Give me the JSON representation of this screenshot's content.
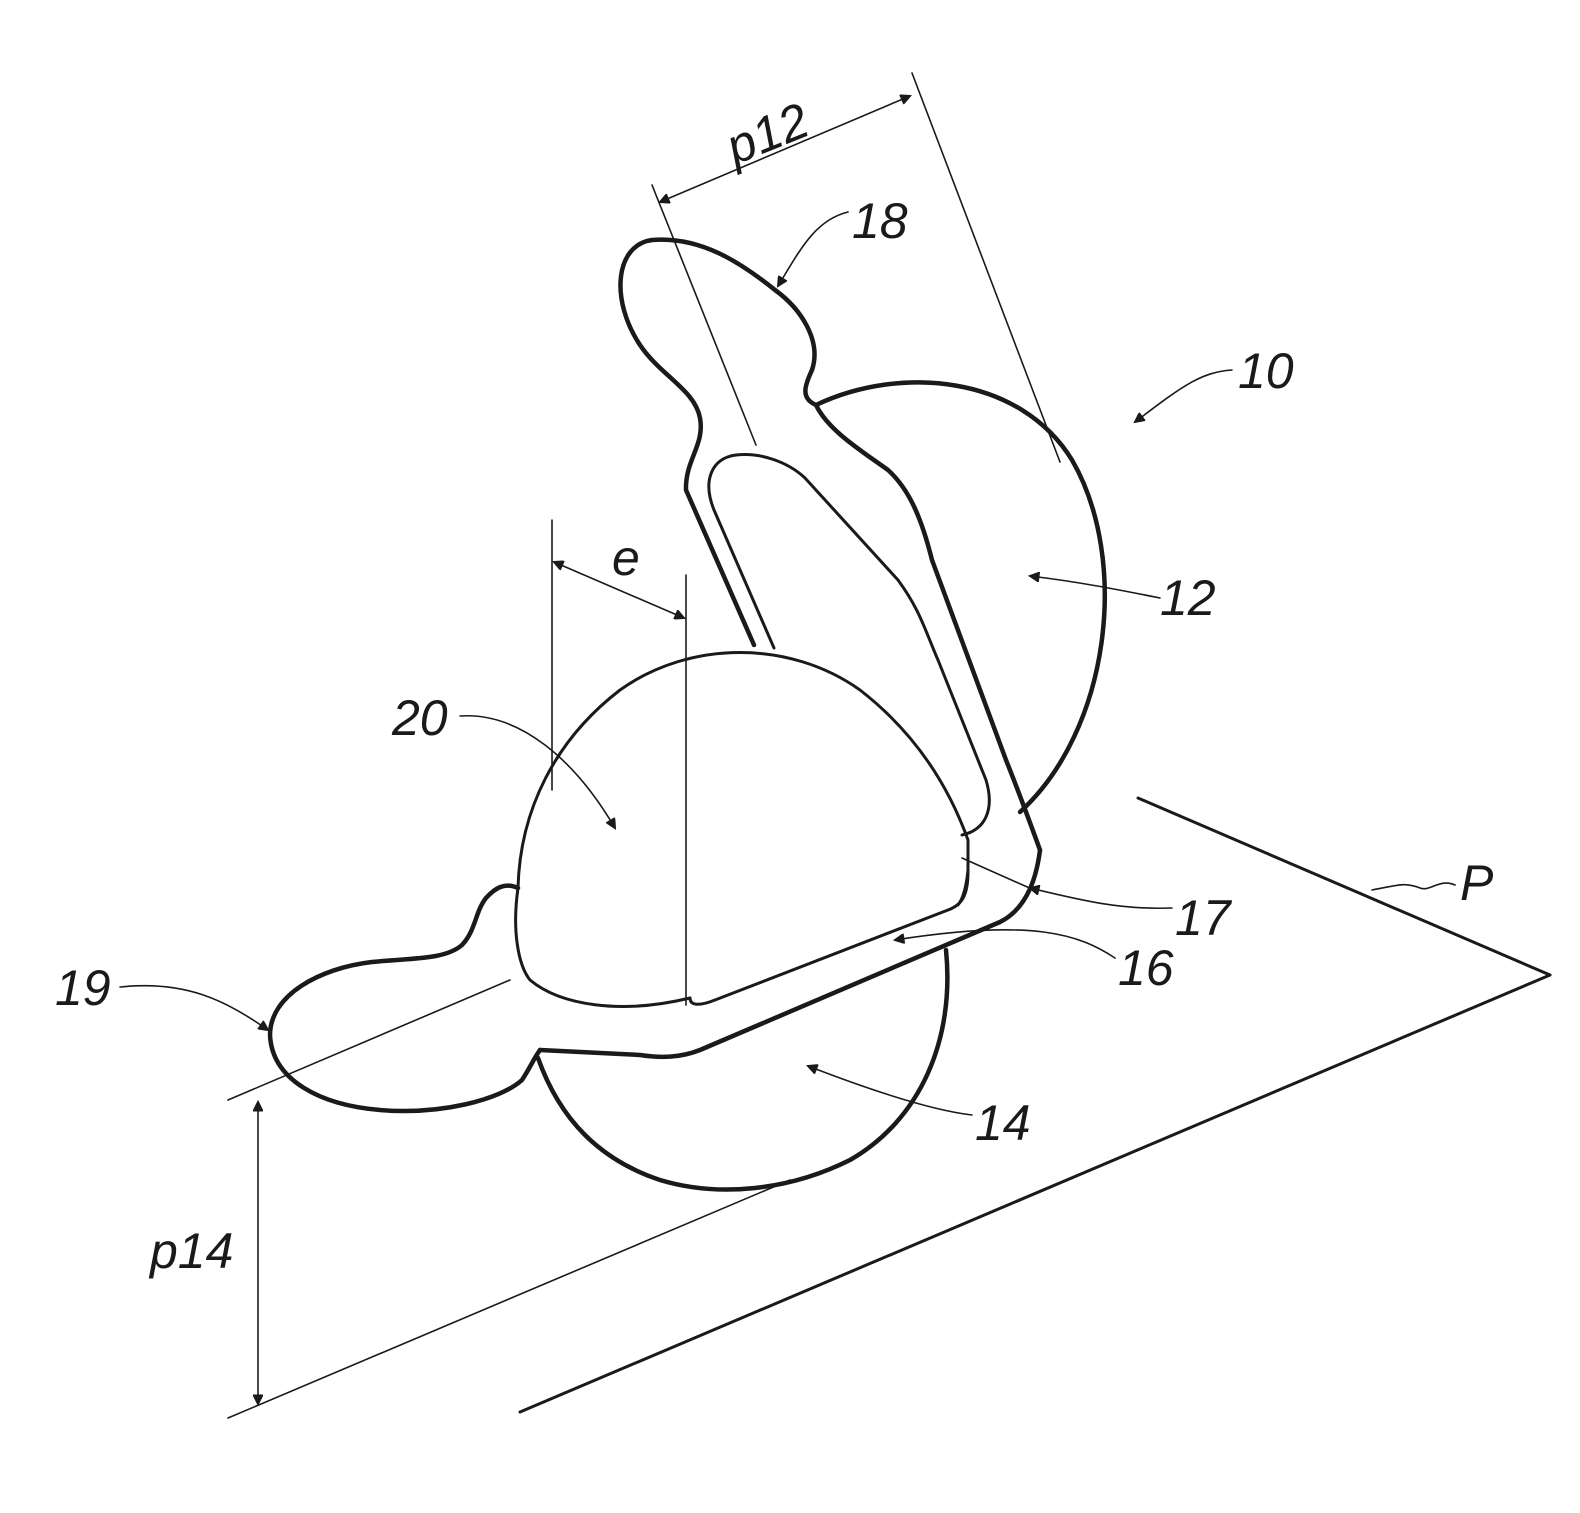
{
  "labels": {
    "device": "10",
    "upper_cup": "12",
    "lower_cup": "14",
    "hinge": "16",
    "hinge_edge": "17",
    "upper_tab": "18",
    "lower_tab": "19",
    "cup_region": "20",
    "offset": "e",
    "upper_depth": "p12",
    "lower_depth": "p14",
    "plane": "P"
  }
}
